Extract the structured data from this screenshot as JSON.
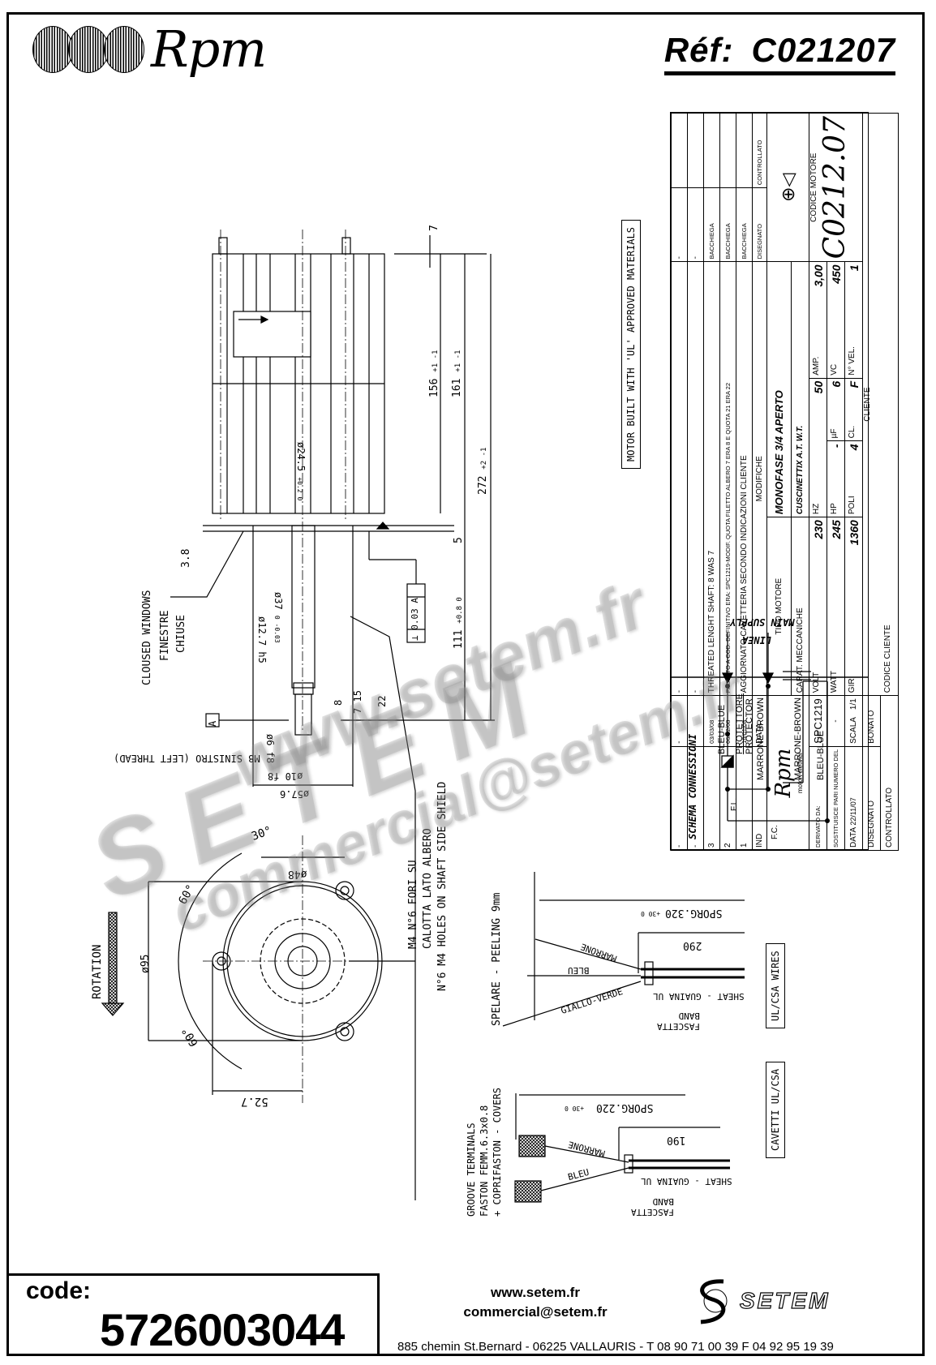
{
  "header": {
    "brand": "Rpm",
    "reference_label": "Réf:",
    "reference_value": "C021207"
  },
  "drawing": {
    "side_view": {
      "dimensions": {
        "top_offset": "7",
        "stator_length": "156",
        "stator_tol": "+1 -1",
        "body_length": "161",
        "body_tol": "+1 -1",
        "total_length": "272",
        "total_tol": "+2 -1",
        "flange_gap": "5",
        "shaft_length": "111",
        "shaft_tol": "+0.8 0",
        "bore_diameter": "ø24.5",
        "bore_tol": "+0.2 0",
        "flange_step": "3.8",
        "boss_diameter": "ø37",
        "boss_tol": "0 -0.03",
        "shaft_diameter": "ø12.7",
        "shaft_fit": "h5",
        "dim_8": "8",
        "dim_7": "7",
        "dim_15": "15",
        "dim_22": "22",
        "tip_diameter": "ø6 f8",
        "thread": "M8 SINISTRO (LEFT THREAD)",
        "collar_diameter": "ø10 f8",
        "flange_diameter": "ø57.6",
        "tolerance_frame": "⊥ 0.03 A",
        "datum": "A"
      },
      "labels": {
        "closed_windows_en": "CLOUSED WINDOWS",
        "closed_windows_it_1": "FINESTRE",
        "closed_windows_it_2": "CHIUSE",
        "holes_it_1": "M4 N°6 FORI SU",
        "holes_it_2": "CALOTTA LATO ALBERO",
        "holes_en": "N°6 M4 HOLES ON SHAFT SIDE SHIELD"
      }
    },
    "end_view": {
      "angle_top": "30°",
      "angle_left_top": "60°",
      "angle_left_bottom": "60°",
      "pitch_diameter": "ø48",
      "body_diameter": "ø95",
      "mount_offset": "52.7",
      "rotation_label": "ROTATION"
    },
    "ul_note": "MOTOR BUILT WITH 'UL' APPROVED MATERIALS",
    "wires_ul": {
      "tag_en": "UL/CSA WIRES",
      "peeling": "SPELARE - PEELING 9mm",
      "length_total": "SPORG.320",
      "length_tol": "+30 0",
      "length_sheath": "290",
      "wire_1": "MARRONE",
      "wire_2": "BLEU",
      "wire_3": "GIALLO-VERDE",
      "sheath": "SHEAT - GUAINA UL",
      "band_1": "BAND",
      "band_2": "FASCETTA"
    },
    "wires_faston": {
      "tag_it": "CAVETTI UL/CSA",
      "terminals_1": "GROOVE TERMINALS",
      "terminals_2": "FASTON FEMM.6.3x0.8",
      "terminals_3": "+ COPRIFASTON - COVERS",
      "length_total": "SPORG.220",
      "length_tol": "+30 0",
      "length_sheath": "190",
      "wire_1": "MARRONE",
      "wire_2": "BLEU",
      "sheath": "SHEAT - GUAINA UL",
      "band_1": "BAND",
      "band_2": "FASCETTA"
    },
    "schema": {
      "title": "SCHEMA CONNESSIONI",
      "main_supply": "MAIN SUPPLY",
      "linea": "LINEA",
      "wire_blue_1": "BLEU-BLUE",
      "protector_it": "PROTETTORE",
      "protector_en": "PROTECTOR",
      "wire_brown_1": "MARRONE-BROWN",
      "wire_brown_2": "MARRONE-BROWN",
      "wire_blue_2": "BLEU-BLUE",
      "fl": "F.L.",
      "fc": "F.C."
    }
  },
  "title_block": {
    "revisions": [
      {
        "ind": "-",
        "data": "-",
        "desc": "-",
        "by": "-"
      },
      {
        "ind": "-",
        "data": "-",
        "desc": "-",
        "by": "-"
      },
      {
        "ind": "3",
        "data": "03/03/08",
        "desc": "THREATED LENGHT SHAFT: 8 WAS 7",
        "by": "BACCHIEGA"
      },
      {
        "ind": "2",
        "data": "06/02/08",
        "desc": "PASSATO A COD. DEFINITIVO ERA: SPC1219-MODIF. QUOTA FILETTO ALBERO 7 ERA 8 E QUOTA 21 ERA 22",
        "by": "BACCHIEGA"
      },
      {
        "ind": "1",
        "data": "16/01/08",
        "desc": "AGGIORNATO CAVETTERIA SECONDO INDICAZIONI CLIENTE",
        "by": "BACCHIEGA"
      }
    ],
    "rev_headers": {
      "ind": "IND",
      "data": "DATA",
      "desc": "MODIFICHE",
      "drawn": "DISEGNATO",
      "checked": "CONTROLLATO"
    },
    "company": {
      "name": "Rpm",
      "subtitle": "motori elettrici"
    },
    "tipo_motore_label": "TIPO MOTORE",
    "tipo_motore_value": "MONOFASE 3/4 APERTO",
    "carat_label": "CARAT. MECCANICHE",
    "carat_value": "CUSCINETTIX A.T. W.T.",
    "specs": {
      "volt_label": "VOLT",
      "volt": "230",
      "hz_label": "HZ",
      "hz": "50",
      "amp_label": "AMP.",
      "amp": "3,00",
      "watt_label": "WATT",
      "watt": "245",
      "hp_label": "HP",
      "hp": "-",
      "uf_label": "µF",
      "uf": "6",
      "vc_label": "VC",
      "vc": "450",
      "giri_label": "GIRI",
      "giri": "1360",
      "poli_label": "POLI",
      "poli": "4",
      "cl_label": "CL.",
      "cl": "F",
      "vel_label": "N° VEL.",
      "vel": "1"
    },
    "derivato_label": "DERIVATO DA:",
    "derivato_value": "SPC1219",
    "sostituisce_label": "SOSTITUISCE PARI NUMERO DEL",
    "sostituisce_value": "-",
    "data_label": "DATA",
    "data_value": "22/11/07",
    "scala_label": "SCALA",
    "scala_value": "1/1",
    "disegnato_label": "DISEGNATO",
    "disegnato_value": "BONATO",
    "controllato_label": "CONTROLLATO",
    "cliente_label": "CLIENTE",
    "codice_cliente_label": "CODICE CLIENTE",
    "codice_motore_label": "CODICE MOTORE",
    "codice_motore_value": "C0212.07"
  },
  "watermark": {
    "line_1": "www.setem.fr",
    "line_2": "SETEM",
    "line_3": "commercial@setem.fr"
  },
  "footer": {
    "code_label": "code:",
    "code_value": "5726003044",
    "website": "www.setem.fr",
    "email": "commercial@setem.fr",
    "brand": "SETEM",
    "address": "885 chemin St.Bernard  -  06225 VALLAURIS  -  T 08 90 71 00 39   F 04 92 95 19 39"
  }
}
